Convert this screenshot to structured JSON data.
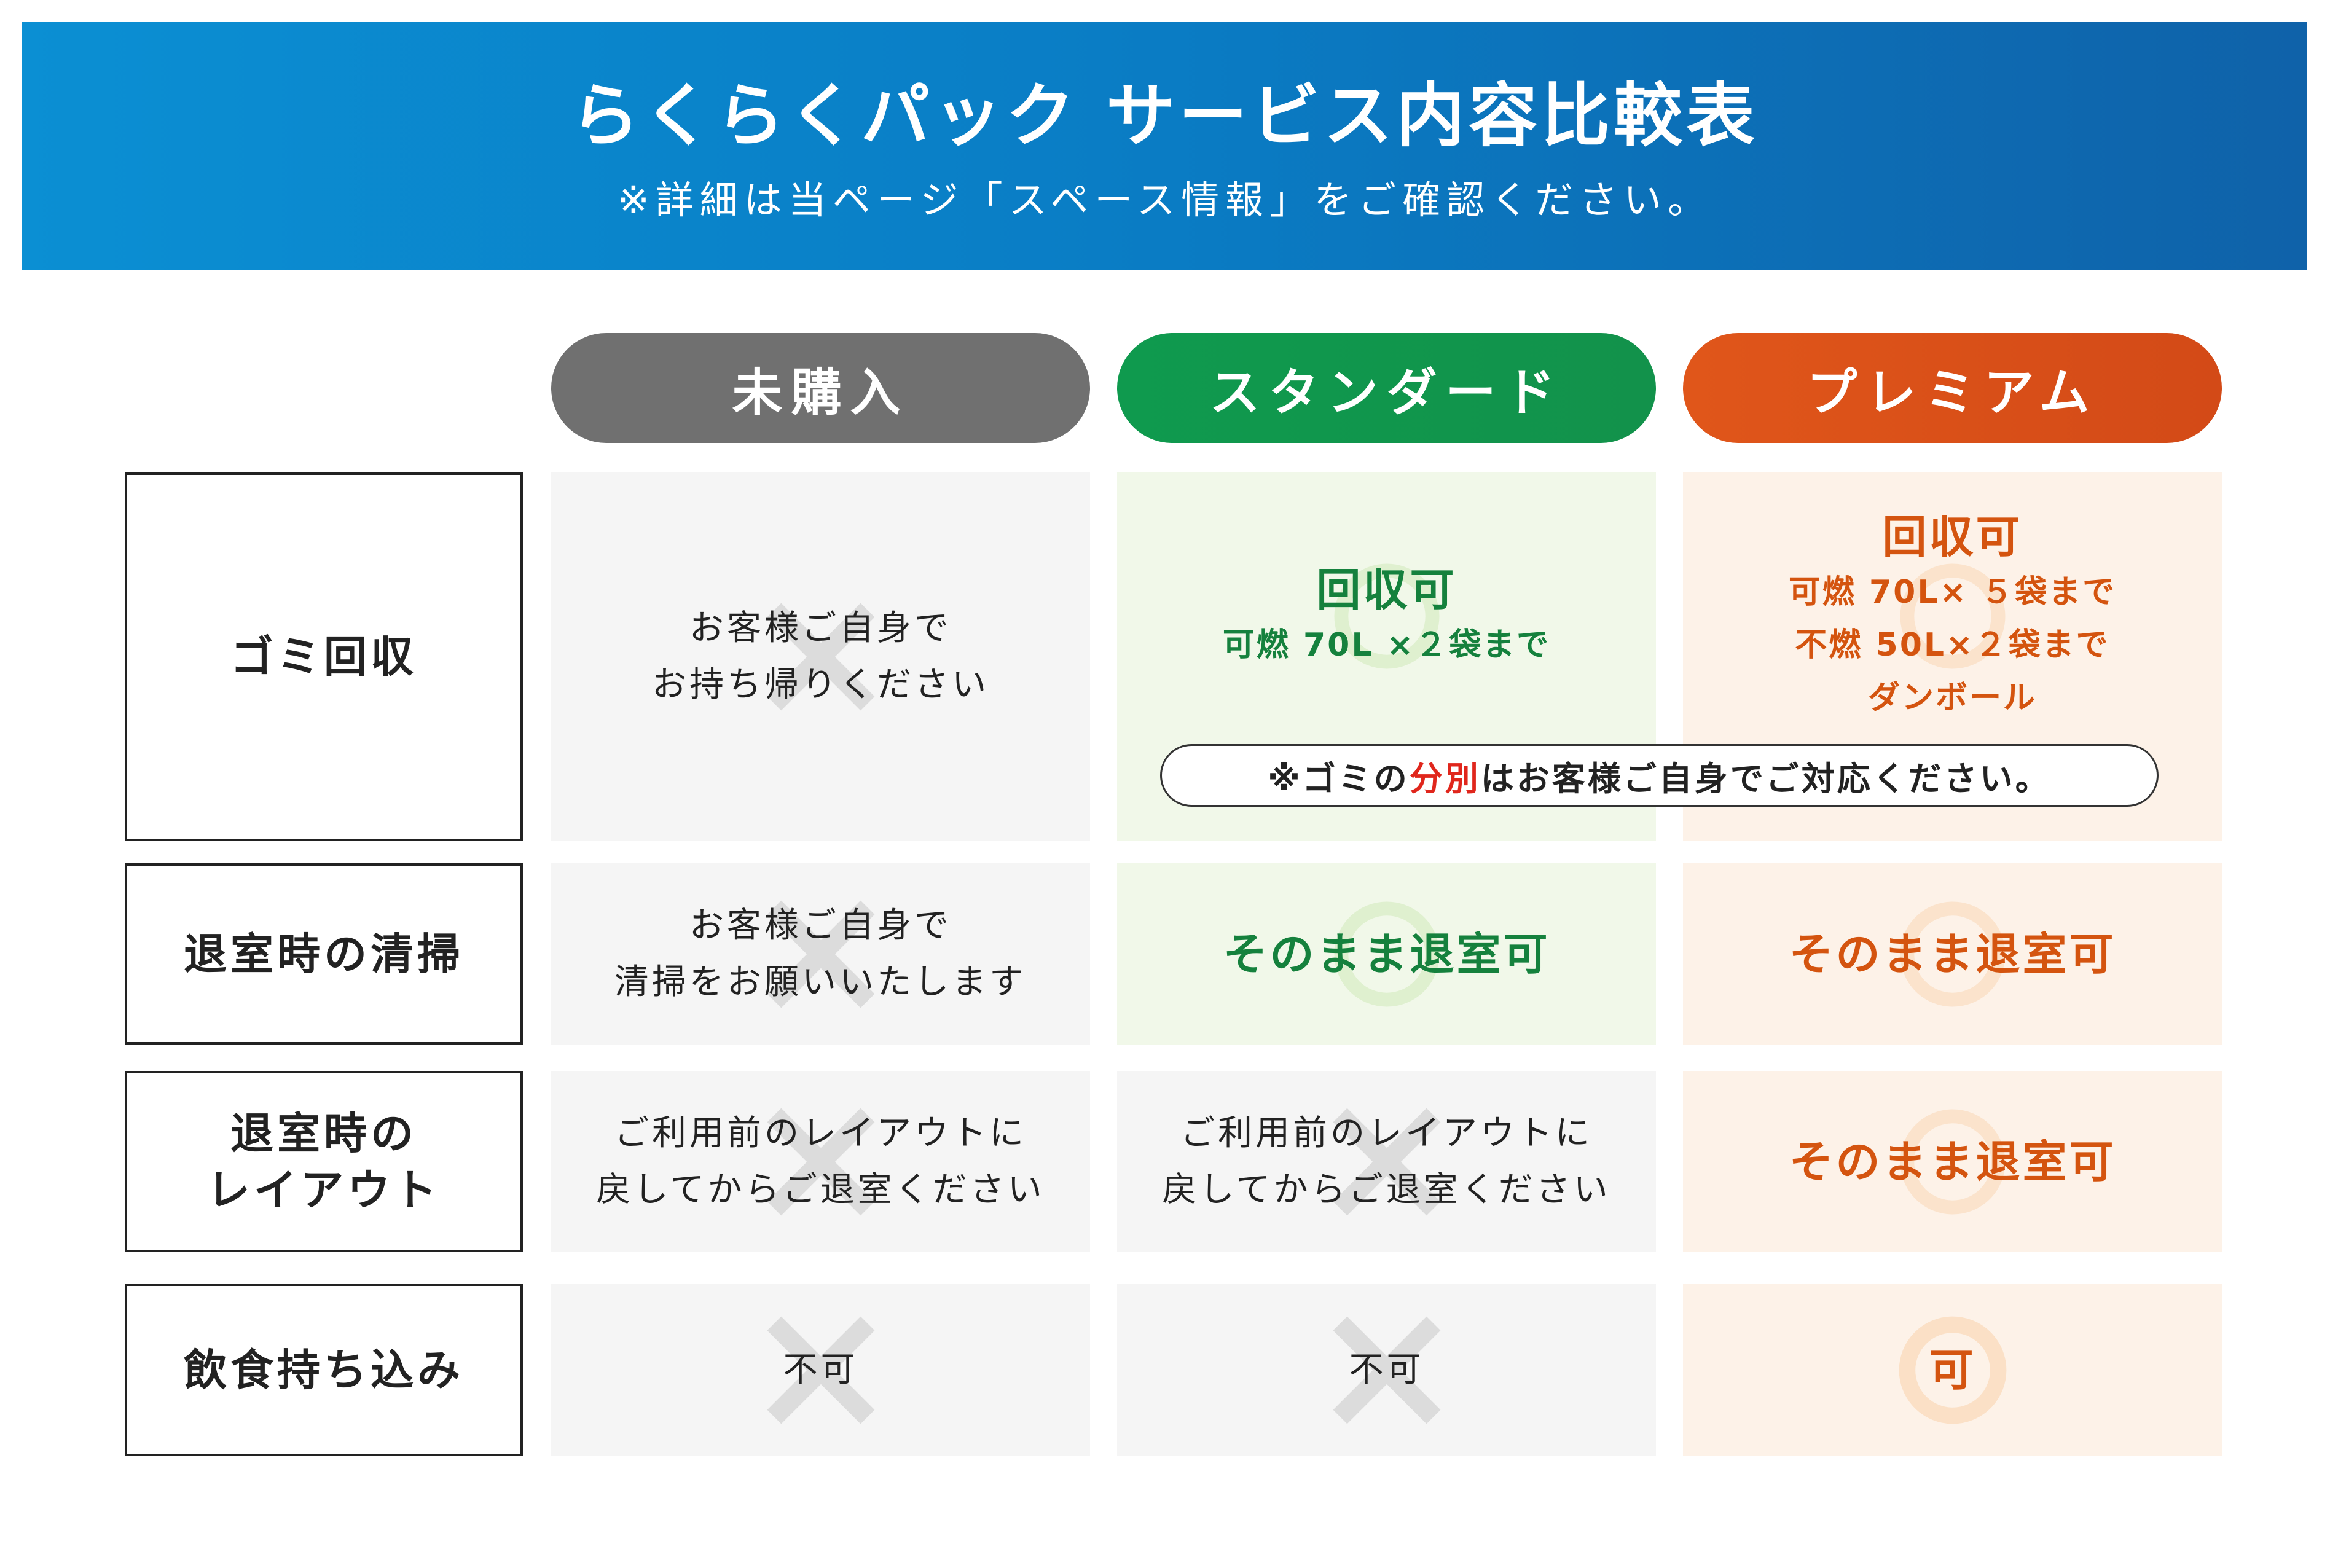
{
  "header": {
    "title": "らくらくパック サービス内容比較表",
    "subtitle": "※詳細は当ページ「スペース情報」をご確認ください。"
  },
  "plans": [
    {
      "label": "未購入",
      "color": "#707070"
    },
    {
      "label": "スタンダード",
      "color": "#0f9a4e"
    },
    {
      "label": "プレミアム",
      "color": "#dc5418"
    }
  ],
  "rows": [
    {
      "label_lines": [
        "ゴミ回収"
      ],
      "cells": [
        {
          "mark": "x-mark-icon",
          "lines": [
            "お客様ご自身で",
            "お持ち帰りください"
          ]
        },
        {
          "mark": "circle-mark-icon",
          "heading": "回収可",
          "lines": [
            "可燃 70L ×２袋まで"
          ]
        },
        {
          "mark": "circle-mark-icon",
          "heading": "回収可",
          "lines": [
            "可燃 70L× ５袋まで",
            "不燃 50L×２袋まで",
            "ダンボール"
          ]
        }
      ]
    },
    {
      "label_lines": [
        "退室時の清掃"
      ],
      "cells": [
        {
          "mark": "x-mark-icon",
          "lines": [
            "お客様ご自身で",
            "清掃をお願いいたします"
          ]
        },
        {
          "mark": "circle-mark-icon",
          "heading": "そのまま退室可"
        },
        {
          "mark": "circle-mark-icon",
          "heading": "そのまま退室可"
        }
      ]
    },
    {
      "label_lines": [
        "退室時の",
        "レイアウト"
      ],
      "cells": [
        {
          "mark": "x-mark-icon",
          "lines": [
            "ご利用前のレイアウトに",
            "戻してからご退室ください"
          ]
        },
        {
          "mark": "x-mark-icon",
          "lines": [
            "ご利用前のレイアウトに",
            "戻してからご退室ください"
          ]
        },
        {
          "mark": "circle-mark-icon",
          "heading": "そのまま退室可"
        }
      ]
    },
    {
      "label_lines": [
        "飲食持ち込み"
      ],
      "cells": [
        {
          "mark": "x-mark-icon",
          "lines": [
            "不可"
          ]
        },
        {
          "mark": "x-mark-icon",
          "lines": [
            "不可"
          ]
        },
        {
          "mark": "circle-mark-icon",
          "heading": "可"
        }
      ]
    }
  ],
  "note": {
    "prefix": "※ゴミの",
    "highlight": "分別",
    "suffix": "はお客様ご自身でご対応ください。"
  },
  "colors": {
    "header_start": "#0b8fd3",
    "header_end": "#0f62a9",
    "standard_text": "#15813d",
    "premium_text": "#d4540f",
    "note_highlight": "#e0261c",
    "cell_gray": "#f5f5f5",
    "cell_green": "#f1f8e9",
    "cell_orange": "#fdf2e8"
  }
}
